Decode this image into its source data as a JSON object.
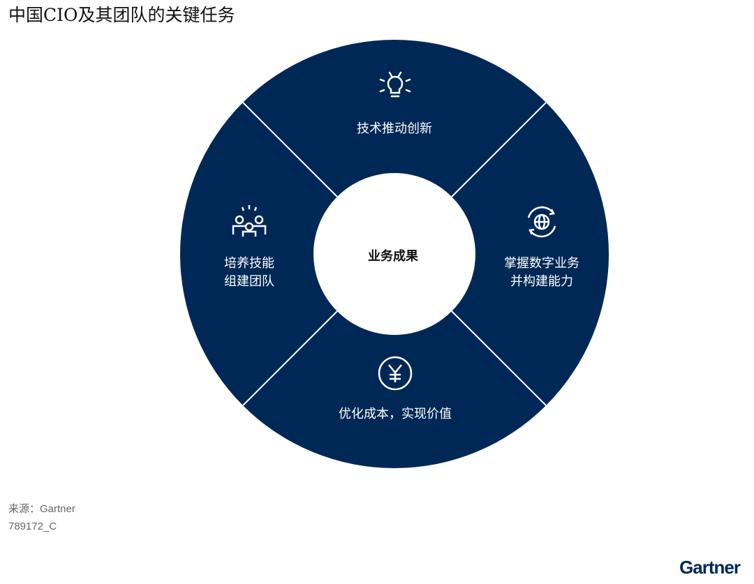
{
  "title": "中国CIO及其团队的关键任务",
  "center": "业务成果",
  "segments": [
    {
      "lines": [
        "技术推动创新"
      ],
      "icon": "lightbulb-icon"
    },
    {
      "lines": [
        "掌握数字业务",
        "并构建能力"
      ],
      "icon": "globe-refresh-icon"
    },
    {
      "lines": [
        "优化成本，实现价值"
      ],
      "icon": "yen-icon"
    },
    {
      "lines": [
        "培养技能",
        "组建团队"
      ],
      "icon": "team-icon"
    }
  ],
  "source": "来源：Gartner",
  "figure_id": "789172_C",
  "logo": "Gartner",
  "colors": {
    "ring": "#002856",
    "divider": "#ffffff"
  }
}
